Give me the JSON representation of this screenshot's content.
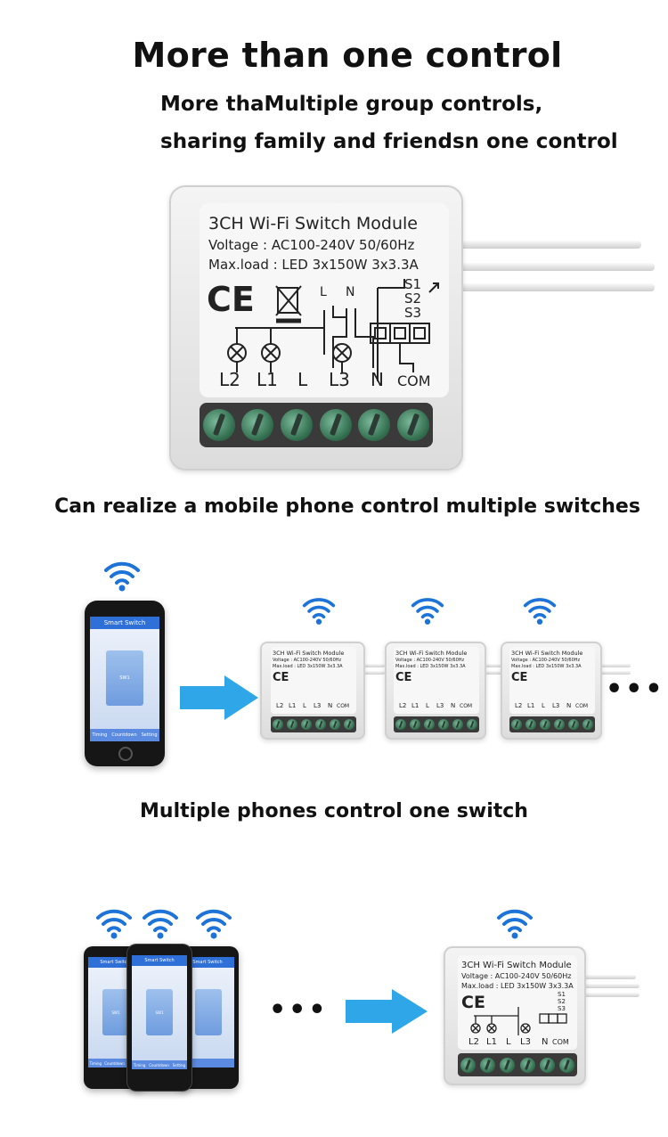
{
  "header": {
    "title": "More than one control",
    "subtitle_line1": "More thaMultiple group controls,",
    "subtitle_line2": "sharing family and friendsn one control"
  },
  "module": {
    "title": "3CH Wi-Fi Switch Module",
    "voltage": "Voltage : AC100-240V 50/60Hz",
    "maxload": "Max.load : LED 3x150W   3x3.3A",
    "small_maxload": "Max.load : LED 3x150W  3x3.3A",
    "ce_mark": "CE",
    "terminals": [
      "L2",
      "L1",
      "L",
      "L3",
      "N",
      "COM"
    ],
    "diagram_top": [
      "L",
      "N"
    ],
    "channels": [
      "S1",
      "S2",
      "S3"
    ]
  },
  "sections": {
    "multi_switch_heading": "Can realize a mobile phone control multiple switches",
    "multi_phone_heading": "Multiple phones control one switch"
  },
  "phone": {
    "app_title": "Smart Switch",
    "button_label": "SW1",
    "bottom_tabs": [
      "Timing",
      "Countdown",
      "Setting"
    ]
  },
  "ellipsis": "•••",
  "colors": {
    "wifi": "#1e73d8",
    "arrow": "#2fa6e8",
    "terminal": "#2e6a4a"
  }
}
